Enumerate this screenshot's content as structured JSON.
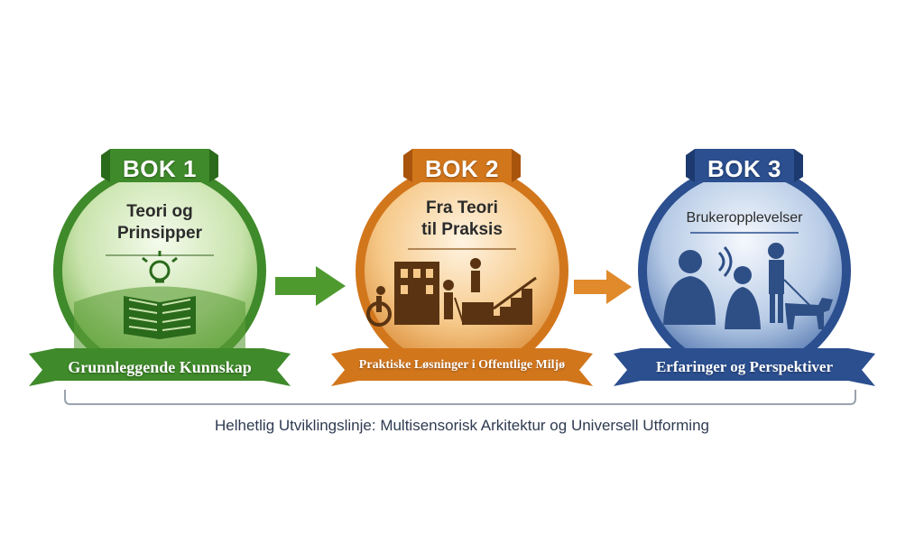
{
  "books": [
    {
      "tab": "BOK 1",
      "title_lines": [
        "Teori og",
        "Prinsipper"
      ],
      "banner": "Grunnleggende Kunnskap",
      "color": "#3f8a2a",
      "light": "#e6f2d9",
      "dark": "#2a6a1b"
    },
    {
      "tab": "BOK 2",
      "title_lines": [
        "Fra Teori",
        "til Praksis"
      ],
      "banner": "Praktiske Løsninger i Offentlige Miljø",
      "color": "#d2761c",
      "light": "#fbe3c2",
      "dark": "#a8540c"
    },
    {
      "tab": "BOK 3",
      "title_lines": [
        "Brukeropplevelser"
      ],
      "banner": "Erfaringer og Perspektiver",
      "color": "#2b4f8f",
      "light": "#e3ebf6",
      "dark": "#1c3a6f"
    }
  ],
  "footer": "Helhetlig Utviklingslinje: Multisensorisk Arkitektur og Universell Utforming",
  "icons": [
    "lightbulb-book-icon",
    "building-accessibility-icon",
    "people-guide-dog-icon"
  ]
}
